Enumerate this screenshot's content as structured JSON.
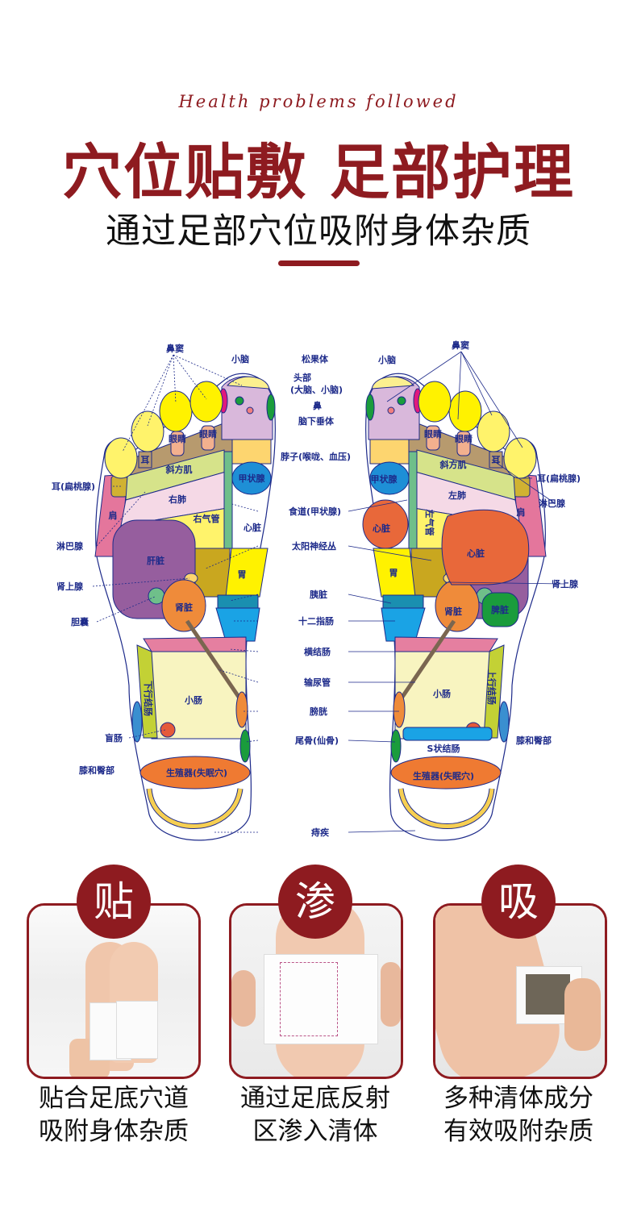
{
  "header": {
    "eyebrow": "Health problems followed",
    "title": "穴位贴敷 足部护理",
    "subtitle": "通过足部穴位吸附身体杂质"
  },
  "diagram": {
    "center_labels": [
      "松果体",
      "头部",
      "(大脑、小脑)",
      "鼻",
      "脑下垂体",
      "脖子(喉咙、血压)",
      "食道(甲状腺)",
      "太阳神经丛",
      "胰脏",
      "十二指肠",
      "横结肠",
      "输尿管",
      "膀胱",
      "尾骨(仙骨)",
      "痔疾"
    ],
    "left_labels": [
      "鼻窦",
      "小脑",
      "耳(扁桃腺)",
      "淋巴腺",
      "肾上腺",
      "胆囊",
      "盲肠",
      "膝和臀部"
    ],
    "left_inner": [
      "耳",
      "眼睛",
      "眼睛",
      "斜方肌",
      "右肺",
      "右气管",
      "肝脏",
      "肾脏",
      "甲状腺",
      "心脏",
      "胃",
      "小肠",
      "下行结肠",
      "生殖器(失眠穴)",
      "肩"
    ],
    "right_labels": [
      "鼻窦",
      "小脑",
      "耳(扁桃腺)",
      "淋巴腺",
      "肾上腺",
      "膝和臀部"
    ],
    "right_inner": [
      "眼睛",
      "眼睛",
      "耳",
      "斜方肌",
      "左肺",
      "左气管",
      "心脏",
      "心脏",
      "甲状腺",
      "胃",
      "肾脏",
      "脾脏",
      "小肠",
      "上行结肠",
      "S状结肠",
      "生殖器(失眠穴)",
      "肩"
    ]
  },
  "cards": [
    {
      "badge": "贴",
      "caption_1": "贴合足底穴道",
      "caption_2": "吸附身体杂质"
    },
    {
      "badge": "渗",
      "caption_1": "通过足底反射",
      "caption_2": "区渗入清体"
    },
    {
      "badge": "吸",
      "caption_1": "多种清体成分",
      "caption_2": "有效吸附杂质"
    }
  ],
  "colors": {
    "brand": "#8e1b20",
    "label": "#1d2a8a"
  }
}
